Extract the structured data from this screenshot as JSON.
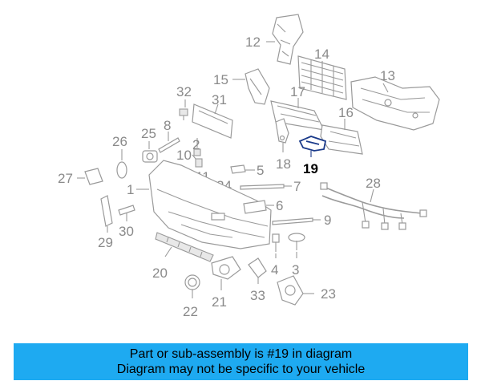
{
  "colors": {
    "banner_background": "#1eaaf1",
    "part_stroke": "#9a9a9a",
    "callout_text": "#8a8a8a",
    "highlight_text": "#000000",
    "highlight_part": "#1a3a8a"
  },
  "highlighted_part": "19",
  "callouts": {
    "c1": "1",
    "c2": "2",
    "c3": "3",
    "c4": "4",
    "c5": "5",
    "c6": "6",
    "c7": "7",
    "c8": "8",
    "c9": "9",
    "c10": "10",
    "c11": "11",
    "c12": "12",
    "c13": "13",
    "c14": "14",
    "c15": "15",
    "c16": "16",
    "c17": "17",
    "c18": "18",
    "c19": "19",
    "c20": "20",
    "c21": "21",
    "c22": "22",
    "c23": "23",
    "c24": "24",
    "c25": "25",
    "c26": "26",
    "c27": "27",
    "c28": "28",
    "c29": "29",
    "c30": "30",
    "c31": "31",
    "c32": "32",
    "c33": "33"
  },
  "banner": {
    "line1": "Part or sub-assembly is #19 in diagram",
    "line2": "Diagram may not be specific to your vehicle"
  }
}
